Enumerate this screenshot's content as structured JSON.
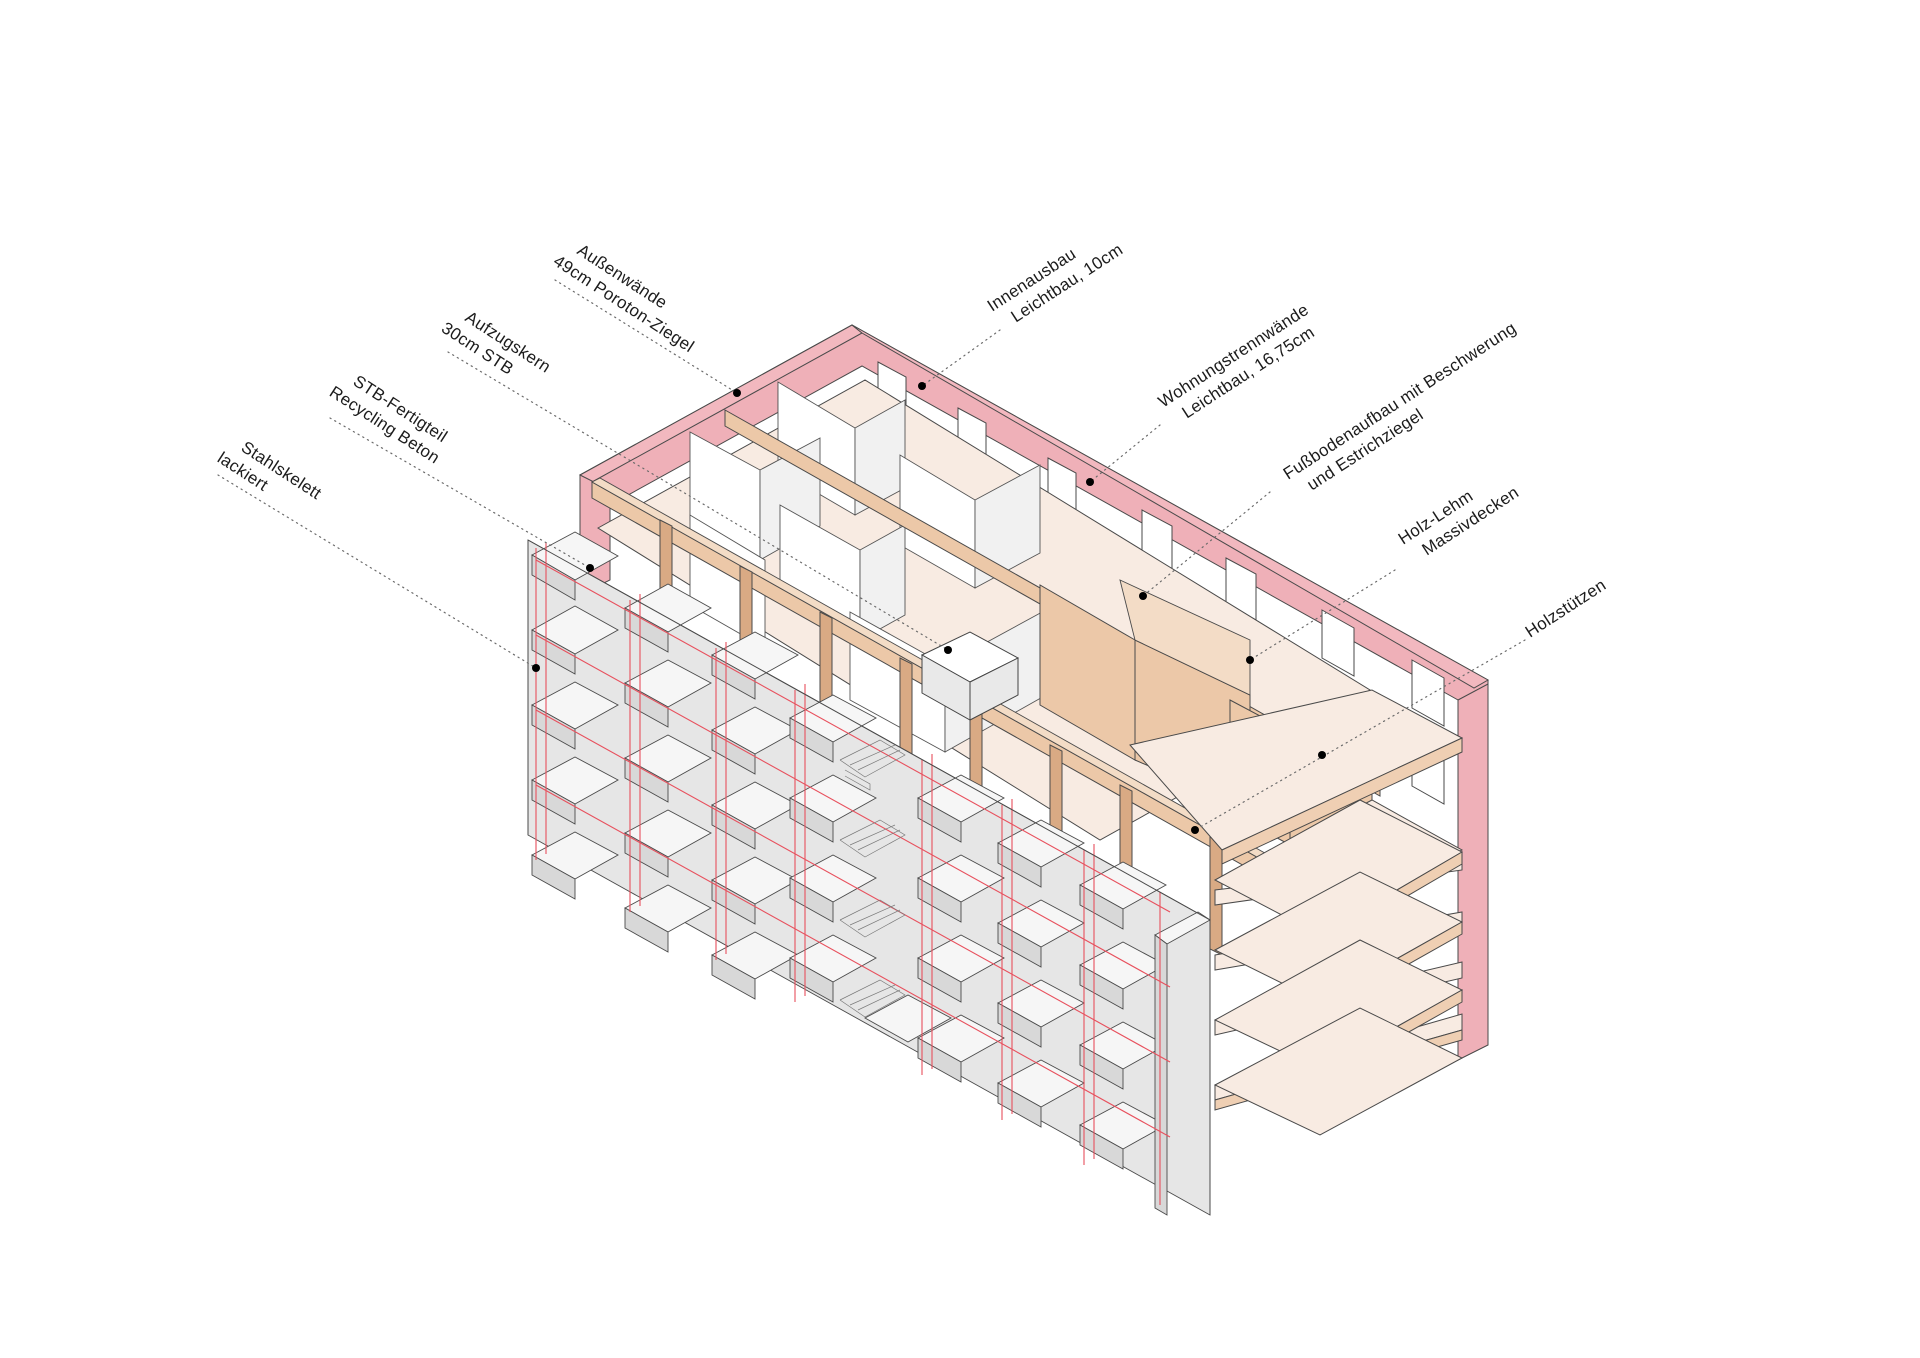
{
  "labels": [
    {
      "id": "aussenwaende",
      "lines": [
        "Außenwände",
        "49cm Poroton-Ziegel"
      ]
    },
    {
      "id": "aufzugskern",
      "lines": [
        "Aufzugskern",
        "30cm STB"
      ]
    },
    {
      "id": "stb-fertigteil",
      "lines": [
        "STB-Fertigteil",
        "Recycling Beton"
      ]
    },
    {
      "id": "stahlskelett",
      "lines": [
        "Stahlskelett",
        "lackiert"
      ]
    },
    {
      "id": "innenausbau",
      "lines": [
        "Innenausbau",
        "Leichtbau, 10cm"
      ]
    },
    {
      "id": "wohnungstrennwaende",
      "lines": [
        "Wohnungstrennwände",
        "Leichtbau, 16,75cm"
      ]
    },
    {
      "id": "fussbodenaufbau",
      "lines": [
        "Fußbodenaufbau mit Beschwerung",
        "und Estrichziegel"
      ]
    },
    {
      "id": "holz-lehm",
      "lines": [
        "Holz-Lehm",
        "Massivdecken"
      ]
    },
    {
      "id": "holzstuetzen",
      "lines": [
        "Holzstützen"
      ]
    }
  ],
  "colors": {
    "brick_wall": "#efb0b8",
    "timber": "#ecc8a8",
    "slab": "#f8ebe2",
    "steel_frame": "#e8505d",
    "concrete": "#e6e6e6"
  }
}
